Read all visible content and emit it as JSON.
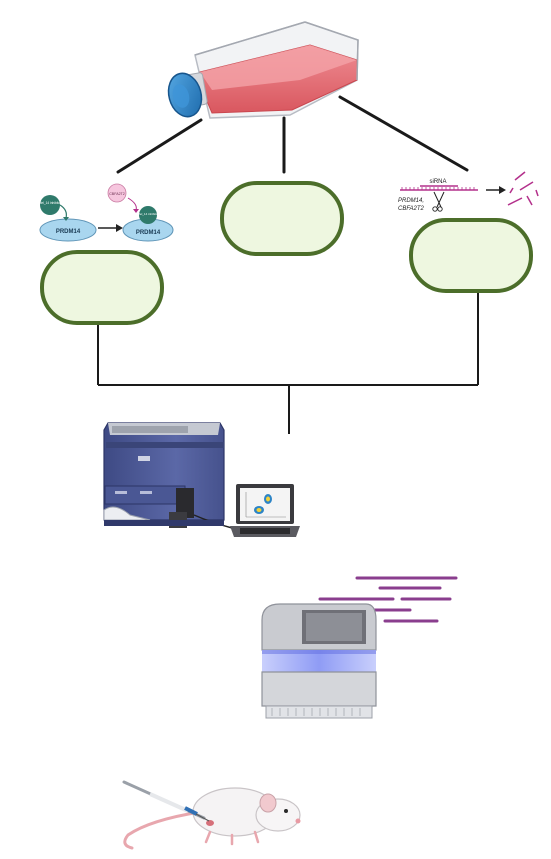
{
  "panels": {
    "left": {
      "inhibitor_text": "Mel_14 inhibitor",
      "protein_text": "PRDM14",
      "binder_text": "CBFA2T2",
      "complex_inhibitor_text": "Mel_14 inhibitor",
      "complex_protein_text": "PRDM14"
    },
    "right": {
      "sirna_text": "siRNA",
      "target_text_1": "PRDM14,",
      "target_text_2": "CBFA2T2"
    }
  },
  "colors": {
    "flask_medium": "#e06a72",
    "flask_cap": "#2c84c6",
    "pill_fill": "#eef7e0",
    "pill_stroke": "#4c6e2a",
    "protein_blue": "#a9d6ef",
    "inhibitor_green": "#2f7a6b",
    "binder_pink": "#f6c6de",
    "rna_purple": "#b3308b",
    "seq_bars": "#8a3e8e",
    "cytometer_body": "#4f5c99",
    "sequencer_glow": "#8f9cf5"
  }
}
